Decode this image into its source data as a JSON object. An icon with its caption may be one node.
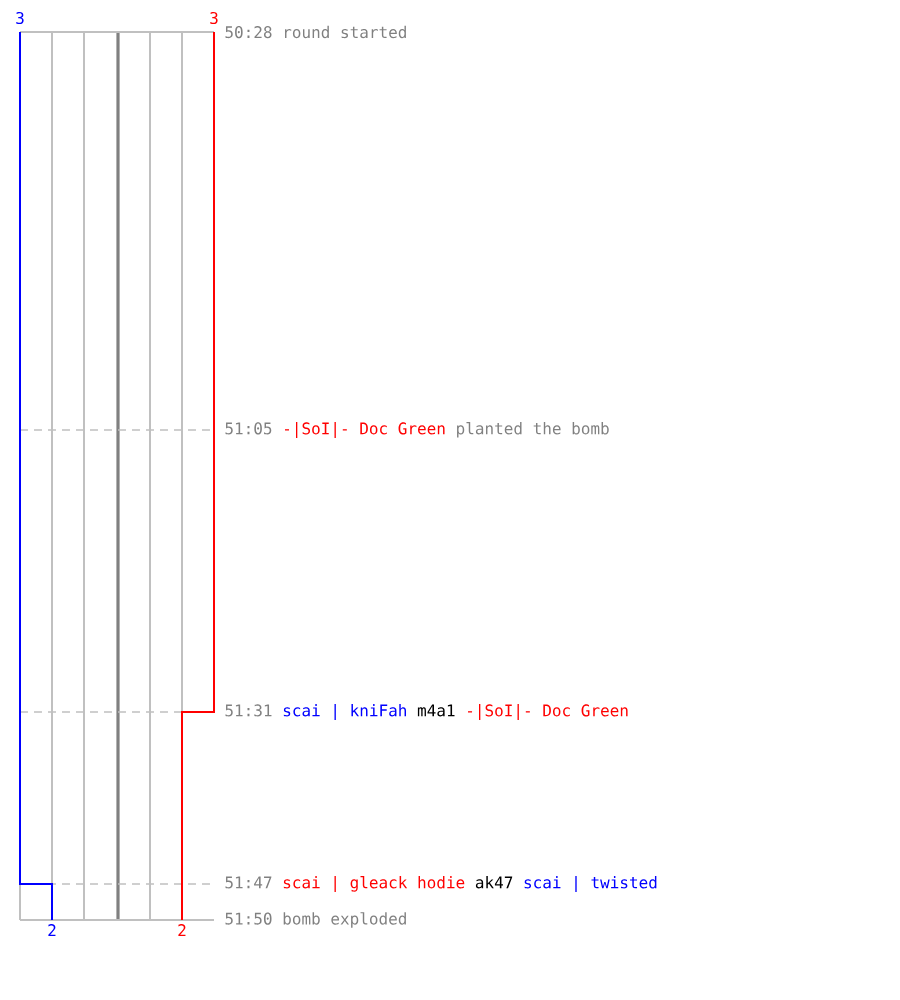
{
  "diagram": {
    "labels": [
      "3",
      "3",
      "50:28",
      "round started",
      "51:05",
      "-|SoI|- Doc Green",
      "planted the bomb",
      "51:31",
      "scai | kniFah",
      "m4a1",
      "-|SoI|- Doc Green",
      "51:47",
      "scai | gleack hodie",
      "ak47",
      "scai | twisted",
      "51:50",
      "bomb exploded",
      "2",
      "2"
    ]
  }
}
